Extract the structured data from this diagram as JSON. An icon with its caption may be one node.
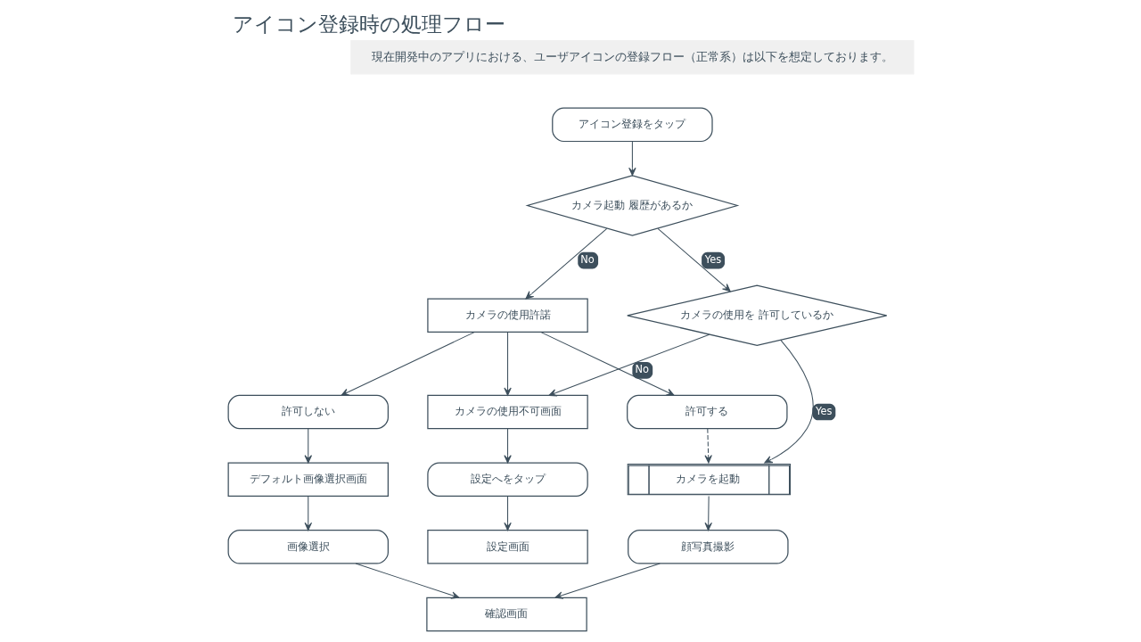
{
  "diagram": {
    "title": "アイコン登録時の処理フロー",
    "nodes": [
      {
        "text": [
          "アイコン登録をタップ"
        ]
      },
      {
        "text": [
          "カメラ起動 履歴があるか"
        ]
      },
      {
        "text": [
          "カメラの使用許諾"
        ]
      },
      {
        "text": [
          "許可しない"
        ]
      },
      {
        "text": [
          "カメラの使用を 許可しているか"
        ]
      },
      {
        "text": [
          "カメラの使用不可画面"
        ]
      },
      {
        "text": [
          "許可する"
        ]
      },
      {
        "text": [
          "デフォルト画像選択画面"
        ]
      },
      {
        "text": [
          "設定へをタップ"
        ]
      },
      {
        "text": [
          "画像選択"
        ]
      },
      {
        "text": [
          "カメラを起動"
        ]
      },
      {
        "text": [
          "設定画面"
        ]
      },
      {
        "text": [
          "顔写真撮影"
        ]
      },
      {
        "text": [
          "確認画面"
        ]
      }
    ],
    "edges": [
      {
        "from": 0,
        "to": 1,
        "arrow": "to"
      },
      {
        "from": 1,
        "to": 2,
        "arrow": "to",
        "label": "No"
      },
      {
        "from": 1,
        "to": 4,
        "arrow": "to",
        "label": "Yes"
      },
      {
        "from": 2,
        "to": 3,
        "arrow": "to"
      },
      {
        "from": 2,
        "to": 6,
        "arrow": "to"
      },
      {
        "from": 2,
        "to": 5,
        "arrow": "to"
      },
      {
        "from": 4,
        "to": 5,
        "arrow": "to",
        "label": "No"
      },
      {
        "from": 4,
        "to": 10,
        "arrow": "to",
        "label": "Yes"
      },
      {
        "from": 5,
        "to": 8,
        "arrow": "to"
      },
      {
        "from": 8,
        "to": 11,
        "arrow": "to"
      },
      {
        "from": 6,
        "to": 10,
        "arrow": "to",
        "style": "dashed"
      },
      {
        "from": 3,
        "to": 7,
        "arrow": "to"
      },
      {
        "from": 7,
        "to": 9,
        "arrow": "to"
      },
      {
        "from": 10,
        "to": 12,
        "arrow": "to"
      },
      {
        "from": 12,
        "to": 13,
        "arrow": "to"
      },
      {
        "from": 9,
        "to": 13,
        "arrow": "to"
      }
    ],
    "labels": [
      "現在開発中のアプリにおける、ユーザアイコンの登録フロー（正常系）は以下を想定しております。"
    ]
  }
}
